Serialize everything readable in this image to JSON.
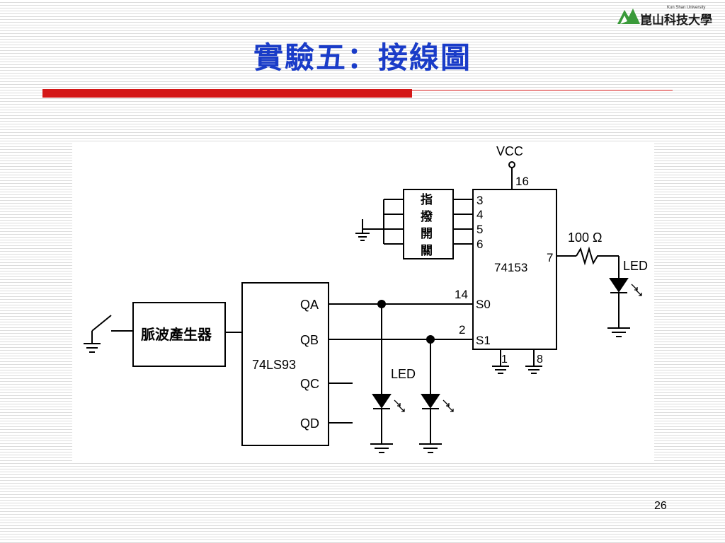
{
  "logo": {
    "small_text": "Kun Shan University",
    "name": "崑山科技大學"
  },
  "slide": {
    "title": "實驗五：接線圖",
    "page_number": "26"
  },
  "diagram": {
    "vcc": "VCC",
    "pin_16": "16",
    "switch_label": [
      "指",
      "撥",
      "開",
      "關"
    ],
    "pins_left": [
      "3",
      "4",
      "5",
      "6"
    ],
    "mux_chip": "74153",
    "pin_7": "7",
    "resistor": "100 Ω",
    "led_right": "LED",
    "pin_14": "14",
    "pin_s0": "S0",
    "pin_2": "2",
    "pin_s1": "S1",
    "pin_1": "1",
    "pin_8": "8",
    "counter_chip": "74LS93",
    "qa": "QA",
    "qb": "QB",
    "qc": "QC",
    "qd": "QD",
    "pulse_generator": "脈波產生器",
    "led_bottom": "LED"
  }
}
